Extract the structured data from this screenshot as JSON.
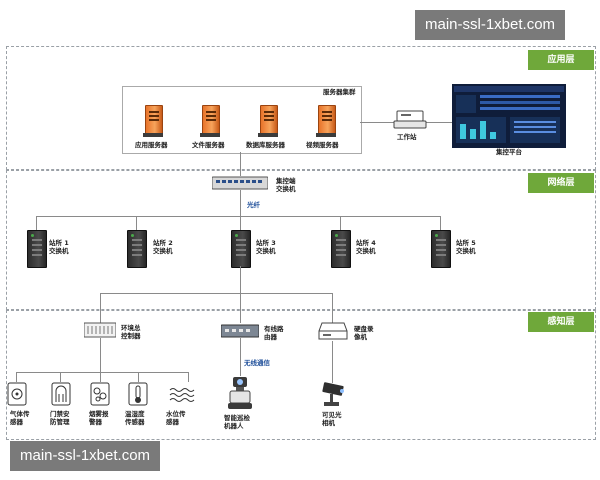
{
  "watermarks": {
    "top": "main-ssl-1xbet.com",
    "bottom": "main-ssl-1xbet.com"
  },
  "layers": {
    "app": "应用层",
    "network": "网络层",
    "perception": "感知层"
  },
  "app": {
    "cluster_label": "服务器集群",
    "servers": [
      "应用服务器",
      "文件服务器",
      "数据库服务器",
      "视频服务器"
    ],
    "workstation": "工作站",
    "platform": "集控平台"
  },
  "network": {
    "core_switch": "集控端\n交换机",
    "fiber": "光纤",
    "stations": [
      "站所 1\n交换机",
      "站所 2\n交换机",
      "站所 3\n交换机",
      "站所 4\n交换机",
      "站所 5\n交换机"
    ]
  },
  "perception": {
    "env_controller": "环境总\n控制器",
    "wired_router": "有线路\n由器",
    "hdd_recorder": "硬盘录\n像机",
    "wireless": "无线通信",
    "sensors": [
      "气体传\n感器",
      "门禁安\n防管理",
      "烟雾报\n警器",
      "温湿度\n传感器",
      "水位传\n感器"
    ],
    "robot": "智能巡检\n机器人",
    "camera": "可见光\n相机"
  },
  "colors": {
    "layer_tag": "#6fa83a",
    "server": "#e8732a",
    "watermark": "#7a7a7a",
    "fiber": "#1f4f9a"
  }
}
